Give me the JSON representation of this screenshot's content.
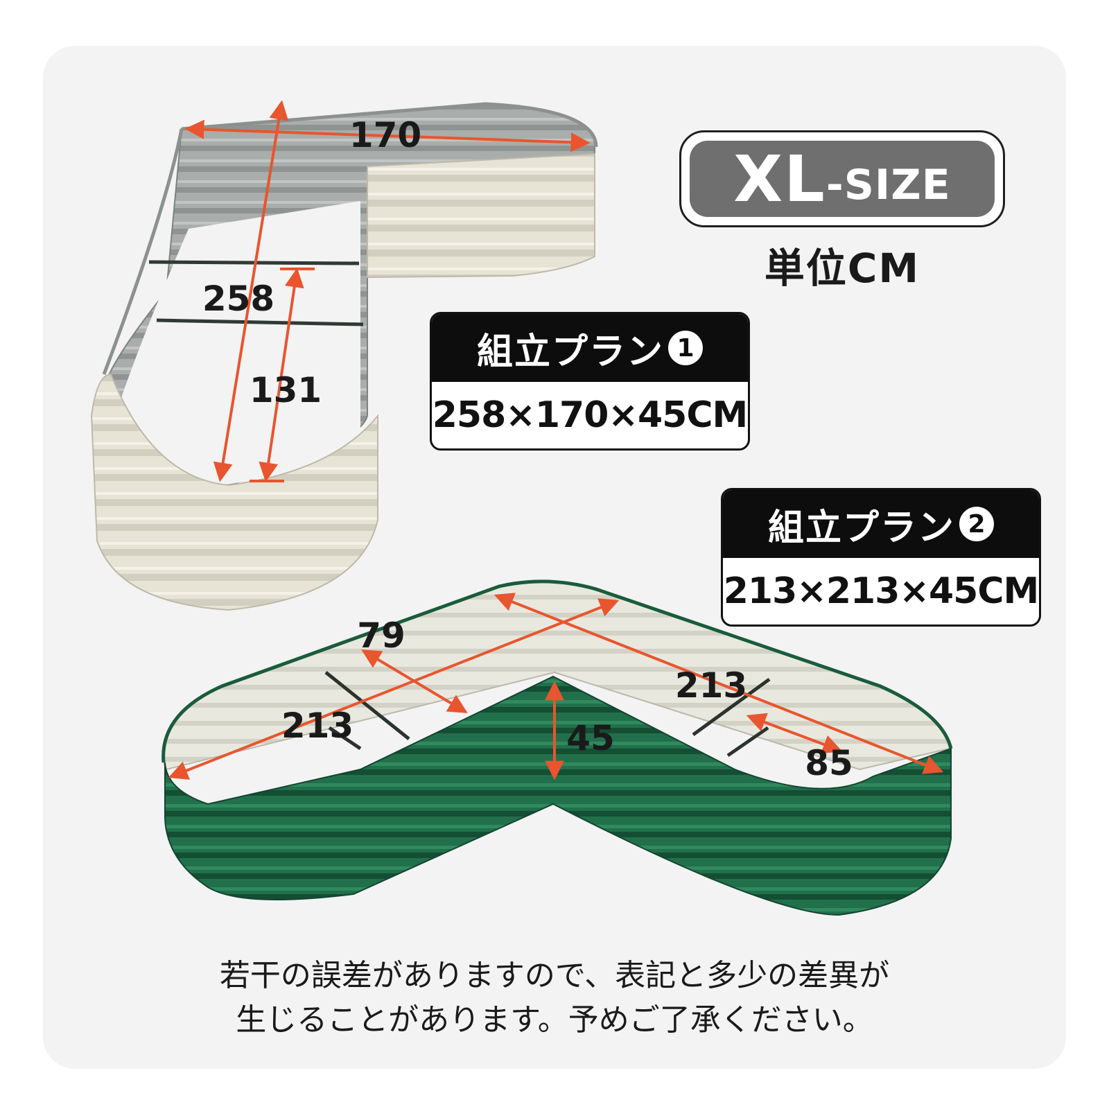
{
  "badge": {
    "size_main": "XL",
    "size_suffix": "-SIZE",
    "unit": "単位CM"
  },
  "plan1": {
    "title": "組立プラン",
    "number": "1",
    "dims": "258×170×45CM"
  },
  "plan2": {
    "title": "組立プラン",
    "number": "2",
    "dims": "213×213×45CM"
  },
  "bed1_labels": {
    "top_width": "170",
    "long_length": "258",
    "inner_length": "131"
  },
  "bed2_labels": {
    "arm_width": "79",
    "left_length": "213",
    "right_length": "213",
    "height": "45",
    "inner_width": "85"
  },
  "note": {
    "line1": "若干の誤差がありますので、表記と多少の差異が",
    "line2": "生じることがあります。予めご了承ください。"
  },
  "colors": {
    "arrow": "#e8552e",
    "bed1_outer": "#e4e1d3",
    "bed1_inner": "#a8acaa",
    "bed2_outer": "#1f6b48",
    "bed2_inner": "#e7e6dc",
    "badge_fill": "#6f6f6f",
    "plan_header": "#0d0d0d"
  }
}
